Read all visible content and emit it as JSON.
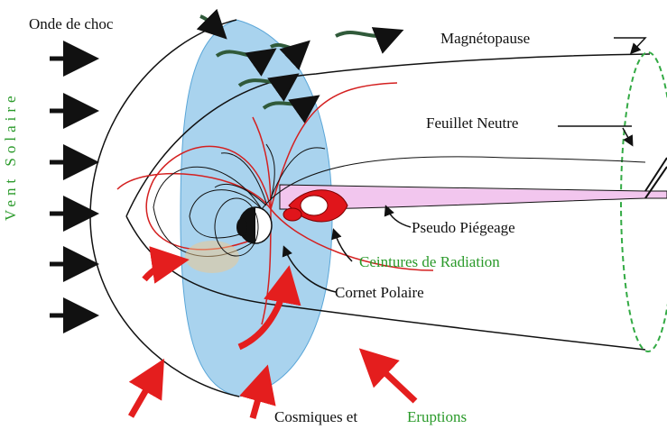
{
  "labels": {
    "bow_shock": "Onde de choc",
    "magnetopause": "Magnétopause",
    "neutral_sheet": "Feuillet Neutre",
    "pseudo_trapping": "Pseudo Piégeage",
    "radiation_belts": "Ceintures de Radiation",
    "polar_cusp": "Cornet Polaire",
    "solar_wind": "Vent Solaire",
    "cosmic": "Cosmiques et",
    "eruptions": "Eruptions"
  },
  "colors": {
    "solar_wind_label": "#2a9a2a",
    "radiation_label": "#2a9a2a",
    "eruptions_label": "#2a9a2a",
    "shock_fill": "#a9d3ee",
    "belt_red": "#e0151b",
    "arrow_black": "#111111",
    "particle_arrow": "#e41e1e",
    "field_red": "#d42020",
    "tail_edge": "#33aa44",
    "sheet_fill": "#f2c6ee",
    "wind_arrow": "#305a3a"
  }
}
